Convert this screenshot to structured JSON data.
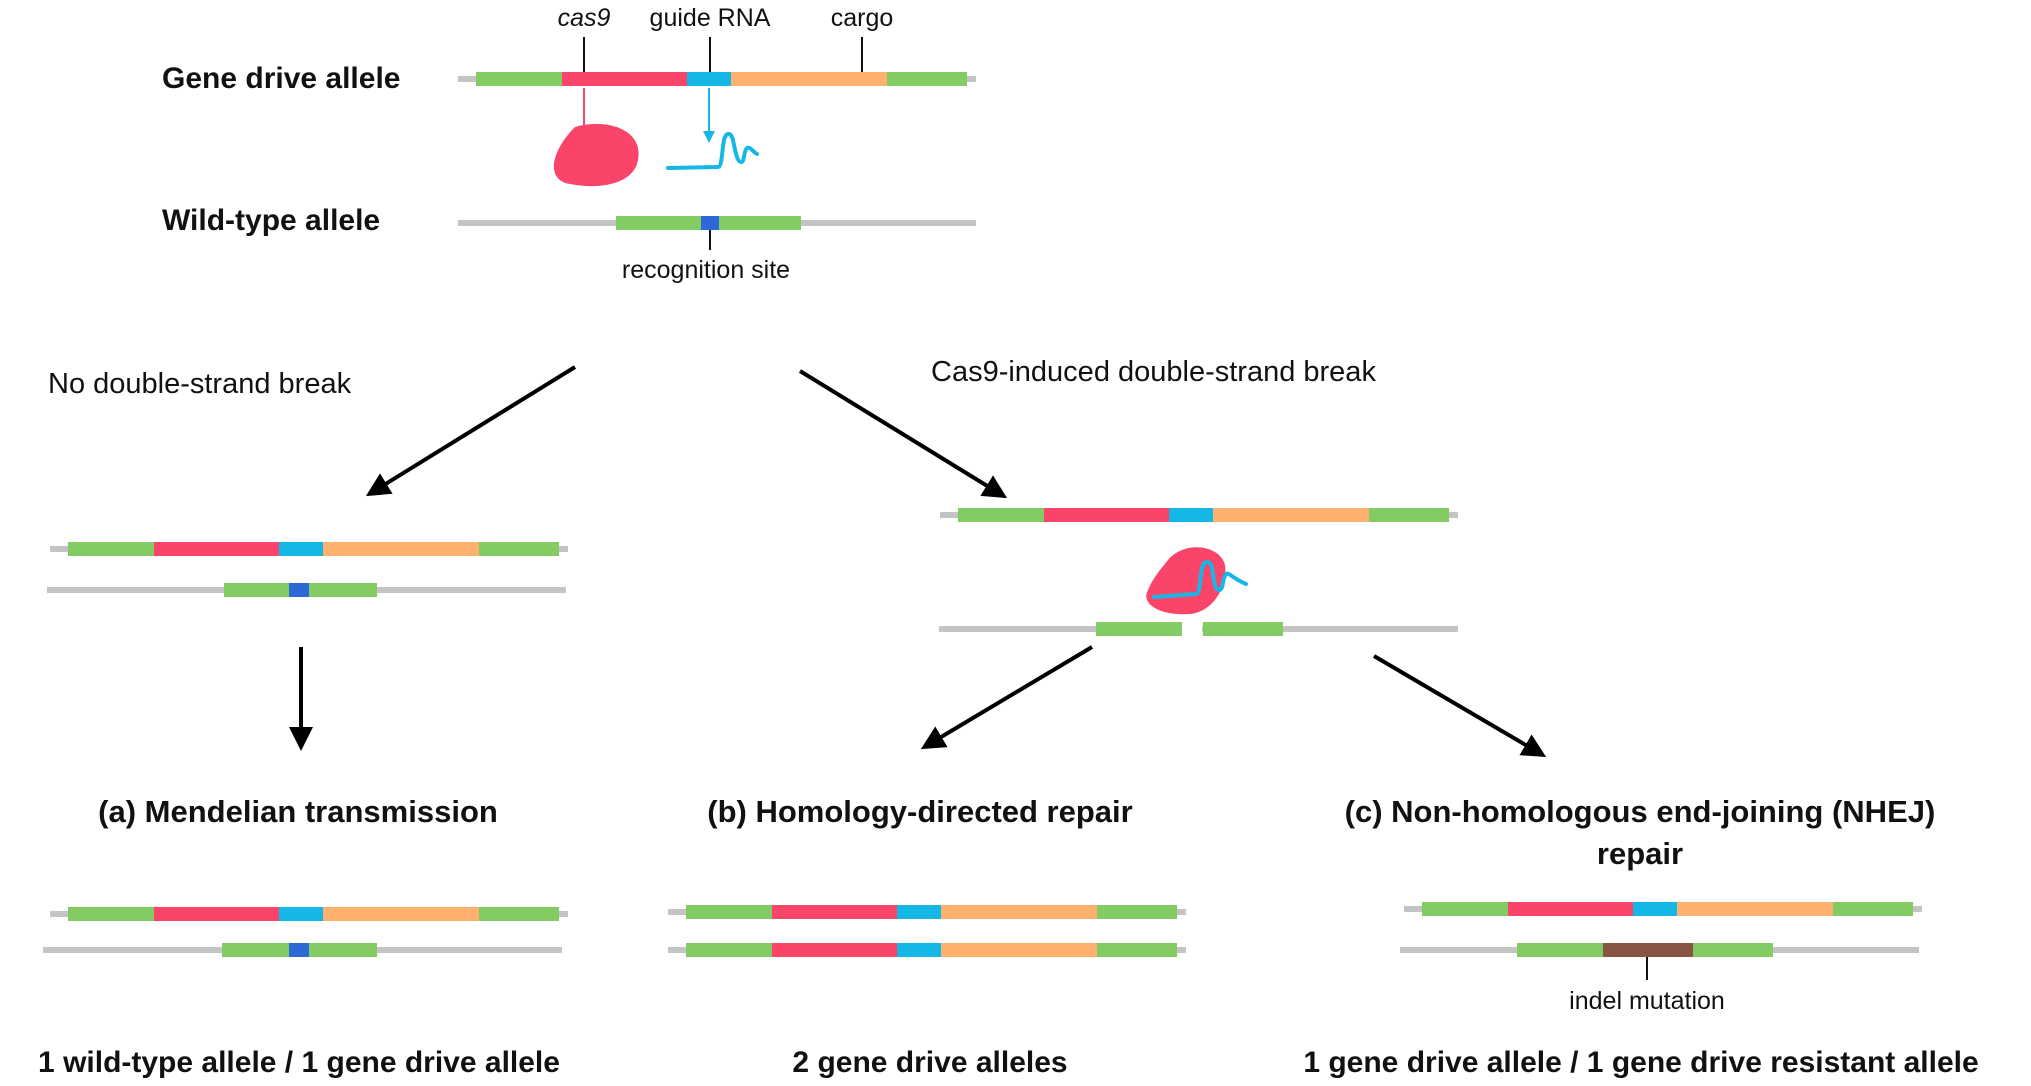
{
  "colors": {
    "backbone": "#c4c4c4",
    "homology_arm": "#83cc63",
    "cas9": "#fa446a",
    "guide_rna": "#14b7e6",
    "cargo": "#feb06e",
    "recognition_site": "#2e67d6",
    "indel": "#8a5443",
    "arrow": "#000000"
  },
  "top": {
    "gene_drive_label": "Gene drive allele",
    "wild_type_label": "Wild-type allele",
    "cas9_label": "cas9",
    "guide_rna_label": "guide RNA",
    "cargo_label": "cargo",
    "recognition_site_label": "recognition site"
  },
  "branches": {
    "left_label": "No double-strand break",
    "right_label": "Cas9-induced double-strand break"
  },
  "outcomes": {
    "a_title": "(a) Mendelian transmission",
    "b_title": "(b) Homology-directed repair",
    "c_title_line1": "(c) Non-homologous end-joining (NHEJ)",
    "c_title_line2": "repair",
    "indel_label": "indel mutation",
    "a_result": "1 wild-type allele / 1 gene drive allele",
    "b_result": "2 gene drive alleles",
    "c_result": "1 gene drive allele / 1 gene drive resistant allele"
  }
}
